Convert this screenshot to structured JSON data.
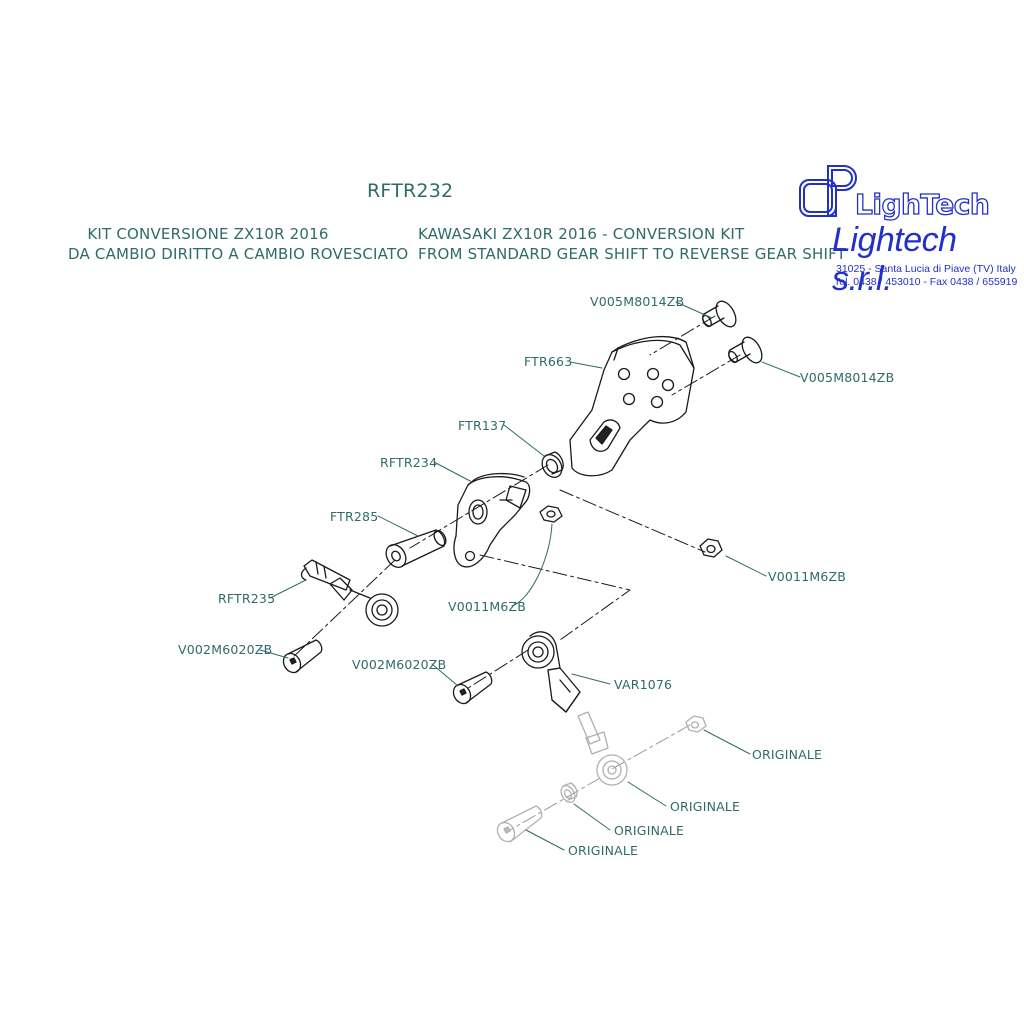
{
  "header": {
    "code": "RFTR232",
    "it_line1": "KIT CONVERSIONE ZX10R 2016",
    "it_line2": "DA CAMBIO DIRITTO A CAMBIO ROVESCIATO",
    "en_line1": "KAWASAKI ZX10R 2016  - CONVERSION KIT",
    "en_line2": "FROM STANDARD GEAR SHIFT TO REVERSE GEAR SHIFT"
  },
  "logo": {
    "brand": "LighTech",
    "company": "Lightech s.r.l.",
    "address": "31025 - Santa Lucia di Piave (TV) Italy",
    "contacts": "Tel. 0438 / 453010 - Fax 0438 / 655919",
    "brand_color": "#2230c8"
  },
  "labels": {
    "screw_top": "V005M8014ZB",
    "ftr663": "FTR663",
    "screw_right": "V005M8014ZB",
    "ftr137": "FTR137",
    "rftr234": "RFTR234",
    "ftr285": "FTR285",
    "nut_right": "V0011M6ZB",
    "rftr235": "RFTR235",
    "nut_center": "V0011M6ZB",
    "bolt_left": "V002M6020ZB",
    "bolt_center": "V002M6020ZB",
    "var1076": "VAR1076",
    "orig1": "ORIGINALE",
    "orig2": "ORIGINALE",
    "orig3": "ORIGINALE",
    "orig4": "ORIGINALE"
  },
  "colors": {
    "label": "#2f6b6a",
    "line": "#1a1a1a",
    "faded": "#b5b5b5"
  }
}
